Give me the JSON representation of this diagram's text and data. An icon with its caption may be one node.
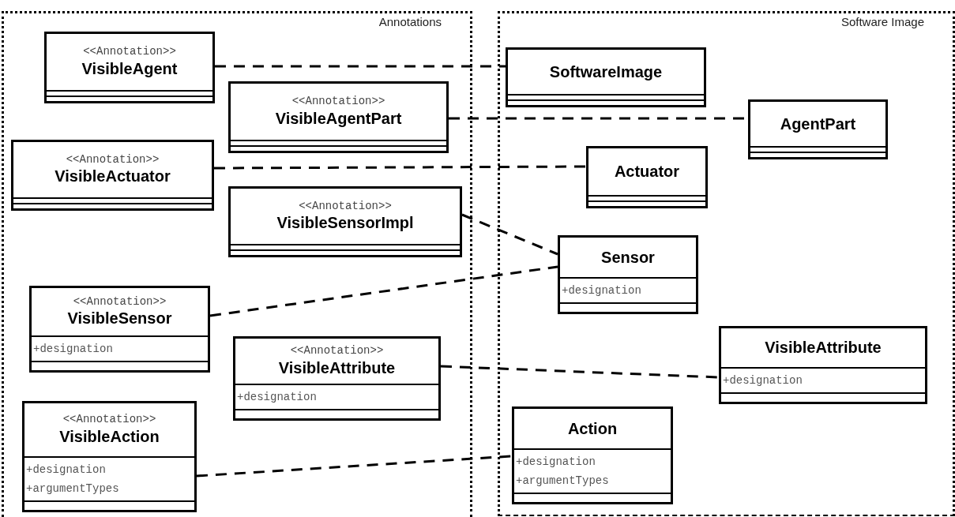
{
  "diagram": {
    "nodes": [
      {
        "text": [
          "Annotations"
        ]
      },
      {
        "text": [
          "<<Annotation>>",
          "VisibleAgent"
        ],
        "in": 0
      },
      {
        "text": [
          "<<Annotation>>",
          "VisibleAgentPart"
        ],
        "in": 0
      },
      {
        "text": [
          "<<Annotation>>",
          "VisibleActuator"
        ],
        "in": 0
      },
      {
        "text": [
          "<<Annotation>>",
          "VisibleSensorImpl"
        ],
        "in": 0
      },
      {
        "text": [
          "<<Annotation>>",
          "VisibleSensor",
          "+designation"
        ],
        "in": 0
      },
      {
        "text": [
          "<<Annotation>>",
          "VisibleAttribute",
          "+designation"
        ],
        "in": 0
      },
      {
        "text": [
          "<<Annotation>>",
          "VisibleAction",
          "+designation",
          "+argumentTypes"
        ],
        "in": 0
      },
      {
        "text": [
          "Software Image"
        ]
      },
      {
        "text": [
          "SoftwareImage"
        ],
        "in": 8
      },
      {
        "text": [
          "AgentPart"
        ],
        "in": 8
      },
      {
        "text": [
          "Actuator"
        ],
        "in": 8
      },
      {
        "text": [
          "Sensor",
          "+designation"
        ],
        "in": 8
      },
      {
        "text": [
          "VisibleAttribute",
          "+designation"
        ],
        "in": 8
      },
      {
        "text": [
          "Action",
          "+designation",
          "+argumentTypes"
        ],
        "in": 8
      }
    ],
    "edges": [
      {
        "from": 1,
        "to": 9,
        "arrow": "none",
        "style": "dashed"
      },
      {
        "from": 2,
        "to": 10,
        "arrow": "none",
        "style": "dashed"
      },
      {
        "from": 3,
        "to": 11,
        "arrow": "none",
        "style": "dashed"
      },
      {
        "from": 4,
        "to": 12,
        "arrow": "none",
        "style": "dashed"
      },
      {
        "from": 5,
        "to": 12,
        "arrow": "none",
        "style": "dashed"
      },
      {
        "from": 6,
        "to": 13,
        "arrow": "none",
        "style": "dashed"
      },
      {
        "from": 7,
        "to": 14,
        "arrow": "none",
        "style": "dashed"
      }
    ]
  }
}
